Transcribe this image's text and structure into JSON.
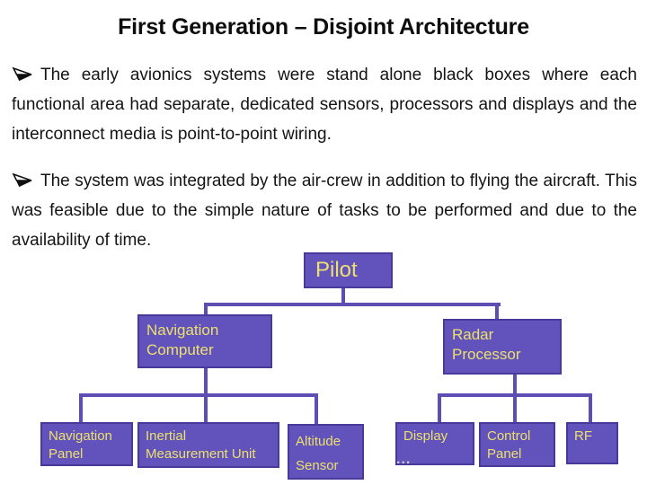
{
  "slide": {
    "title": "First Generation – Disjoint Architecture",
    "bullets": [
      "The early avionics systems were stand alone black boxes where each functional area had separate, dedicated sensors, processors and displays and the interconnect media is point-to-point wiring.",
      "The system was integrated by the air-crew in addition to flying the aircraft. This was feasible due to the simple nature of tasks to be performed and due to the availability of time."
    ]
  },
  "diagram": {
    "type": "tree",
    "colors": {
      "node_fill": "#6253bc",
      "node_border": "#48399b",
      "node_text": "#ece06c",
      "connector": "#5c4eb2",
      "ellipsis_text": "#cfcfcf"
    },
    "nodes": {
      "pilot": {
        "label": "Pilot"
      },
      "nav_computer": {
        "label": "Navigation\nComputer"
      },
      "radar_processor": {
        "label": "Radar\nProcessor"
      },
      "nav_panel": {
        "label": "Navigation\nPanel"
      },
      "imu": {
        "label": "Inertial\nMeasurement Unit"
      },
      "altitude_sensor": {
        "label": "Altitude\nSensor"
      },
      "display": {
        "label": "Display"
      },
      "control_panel": {
        "label": "Control\nPanel"
      },
      "rf": {
        "label": "RF"
      }
    },
    "display_ellipsis": "...",
    "hierarchy": {
      "Pilot": [
        "Navigation Computer",
        "Radar Processor"
      ],
      "Navigation Computer": [
        "Navigation Panel",
        "Inertial Measurement Unit",
        "Altitude Sensor"
      ],
      "Radar Processor": [
        "Display",
        "Control Panel",
        "RF"
      ]
    }
  }
}
